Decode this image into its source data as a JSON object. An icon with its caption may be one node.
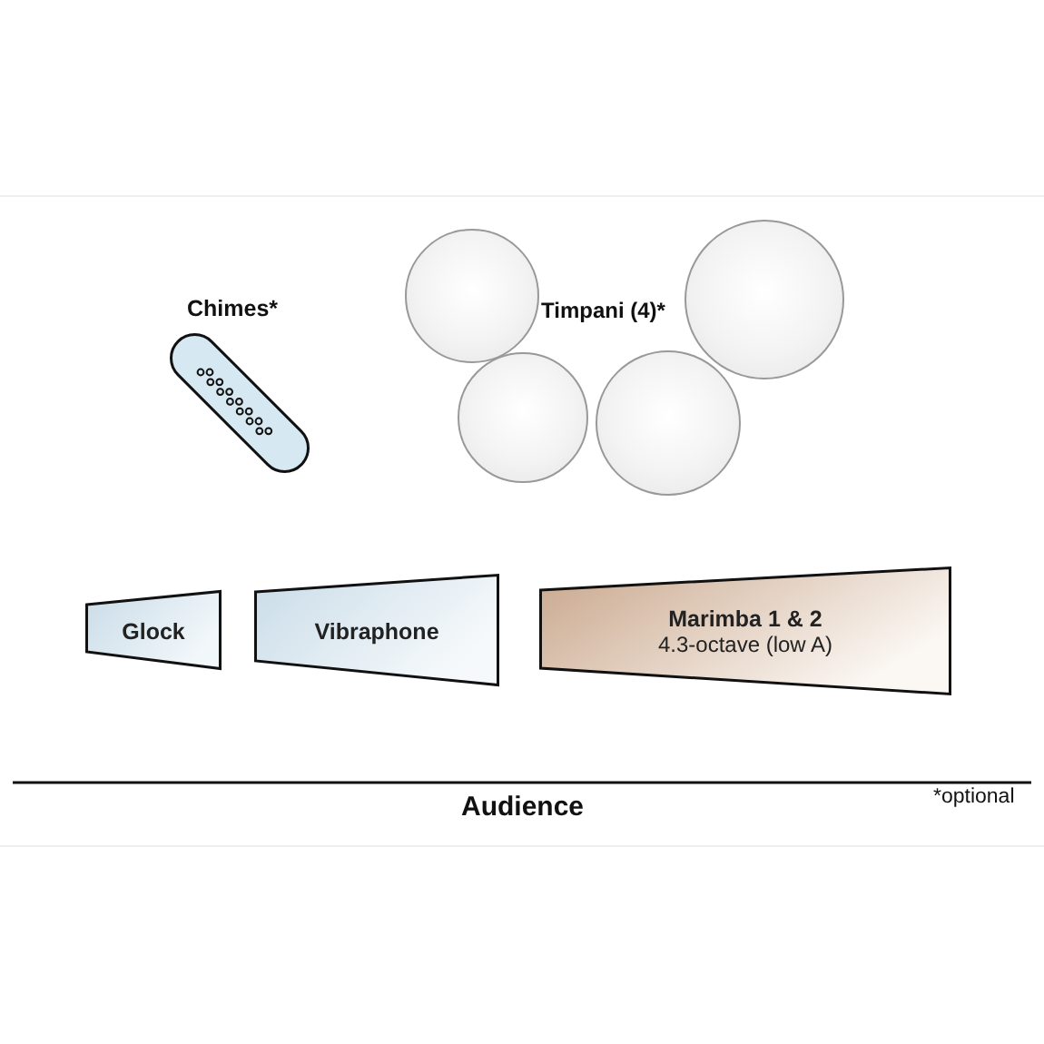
{
  "diagram": {
    "nodes": [
      {
        "text": [
          "Chimes*"
        ]
      },
      {
        "text": [],
        "shape": "circle"
      },
      {
        "text": [],
        "shape": "circle"
      },
      {
        "text": [],
        "shape": "circle"
      },
      {
        "text": [],
        "shape": "circle"
      },
      {
        "text": [
          "Glock"
        ]
      },
      {
        "text": [
          "Vibraphone"
        ]
      },
      {
        "text": [
          "Marimba 1 & 2",
          "4.3-octave (low A)"
        ]
      }
    ],
    "edges": [],
    "labels": [
      "Timpani (4)*",
      "Audience",
      "*optional"
    ]
  }
}
